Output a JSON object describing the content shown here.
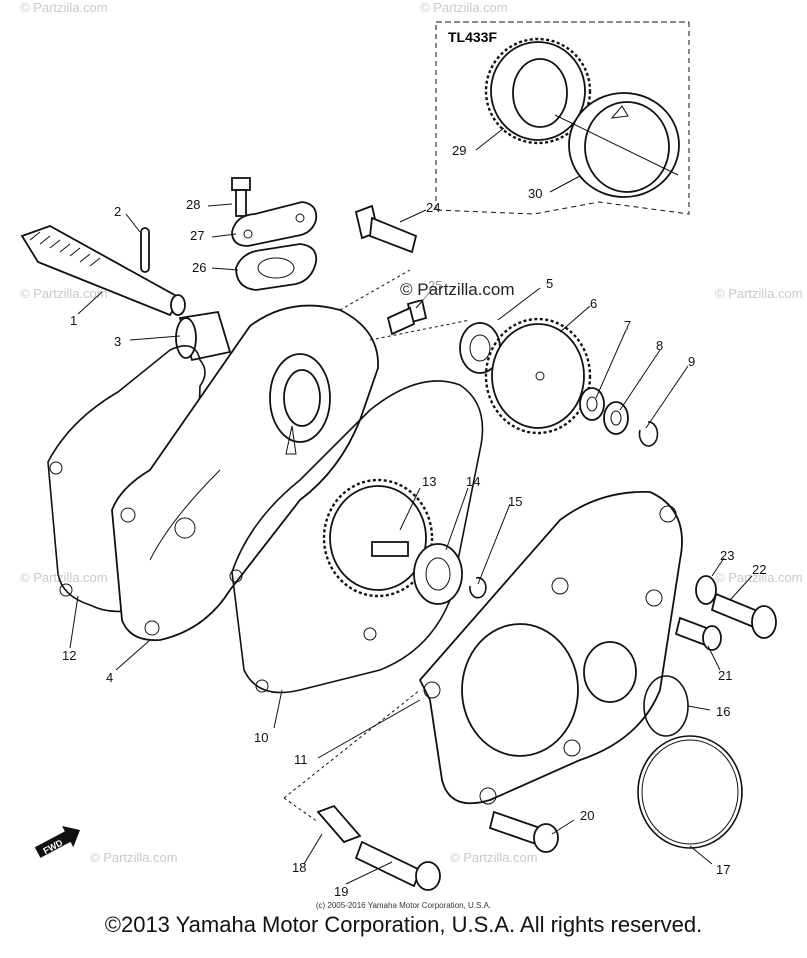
{
  "diagram": {
    "kit_label": "TL433F",
    "brand_watermark": "© Partzilla.com",
    "credit_small": "(c) 2005-2016 Yamaha Motor Corporation, U.S.A.",
    "copyright": "©2013 Yamaha Motor Corporation, U.S.A. All rights reserved.",
    "fwd_label": "FWD",
    "faint_watermark": "© Partzilla.com",
    "callouts": [
      "1",
      "2",
      "3",
      "4",
      "5",
      "6",
      "7",
      "8",
      "9",
      "10",
      "11",
      "12",
      "13",
      "14",
      "15",
      "16",
      "17",
      "18",
      "19",
      "20",
      "21",
      "22",
      "23",
      "24",
      "25",
      "26",
      "27",
      "28",
      "29",
      "30"
    ]
  }
}
